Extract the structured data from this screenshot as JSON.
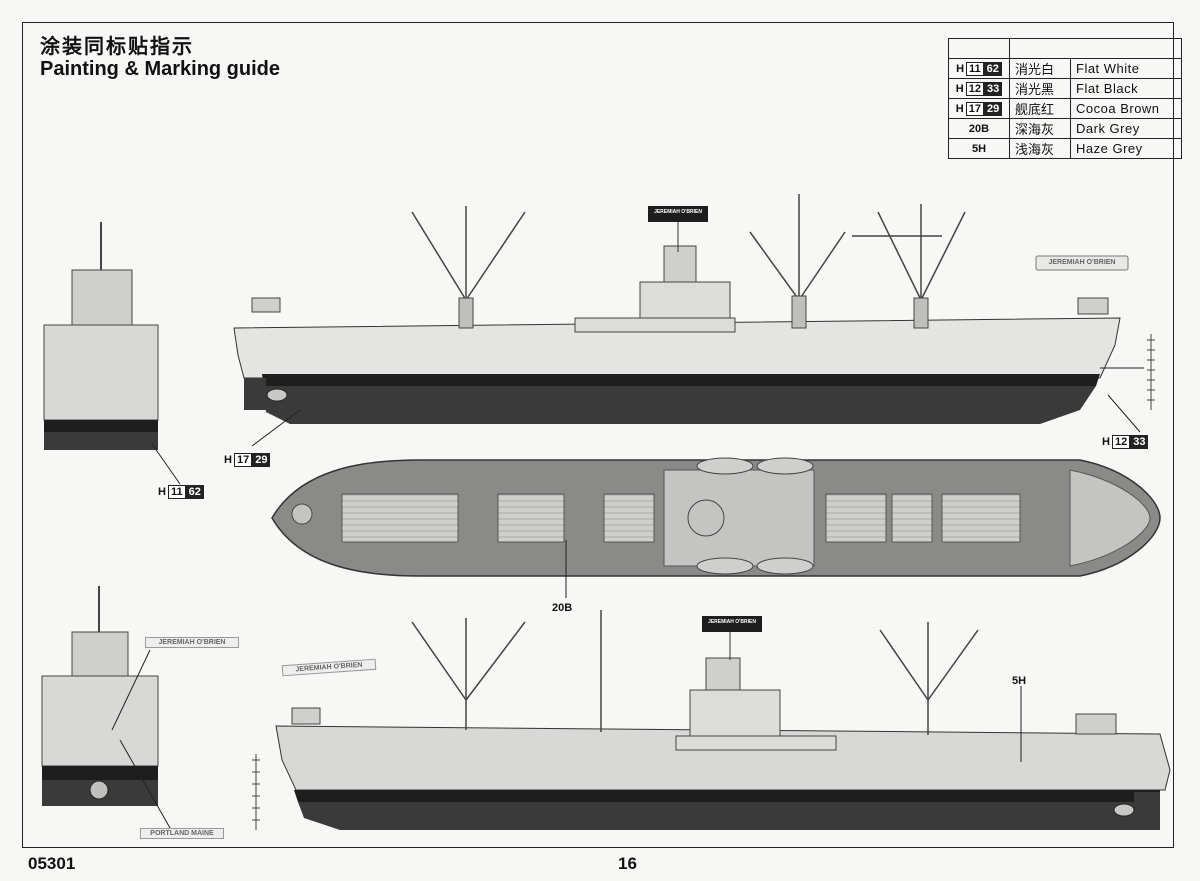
{
  "header": {
    "title_cn": "涂装同标贴指示",
    "title_en": "Painting & Marking guide"
  },
  "legend": {
    "rows": [
      {
        "code_prefix": "H",
        "code_num": "11",
        "code_num2": "62",
        "cn": "消光白",
        "en": "Flat White"
      },
      {
        "code_prefix": "H",
        "code_num": "12",
        "code_num2": "33",
        "cn": "消光黑",
        "en": "Flat Black"
      },
      {
        "code_prefix": "H",
        "code_num": "17",
        "code_num2": "29",
        "cn": "舰底红",
        "en": "Cocoa Brown"
      },
      {
        "code_plain": "20B",
        "cn": "深海灰",
        "en": "Dark Grey"
      },
      {
        "code_plain": "5H",
        "cn": "浅海灰",
        "en": "Haze Grey"
      }
    ]
  },
  "callouts": {
    "bow_front": {
      "prefix": "H",
      "n1": "11",
      "n2": "62"
    },
    "hull_red": {
      "prefix": "H",
      "n1": "17",
      "n2": "29"
    },
    "hull_black": {
      "prefix": "H",
      "n1": "12",
      "n2": "33"
    },
    "deck_grey": "20B",
    "upper_grey": "5H"
  },
  "decals": {
    "ship_name": "JEREMIAH O'BRIEN",
    "home_port": "PORTLAND MAINE"
  },
  "footer": {
    "catalog_number": "05301",
    "page_number": "16"
  },
  "colors": {
    "flat_white": "#e4e4e2",
    "flat_black": "#1e1e1e",
    "cocoa_brown": "#3a3a3a",
    "dark_grey": "#8a8a88",
    "haze_grey": "#d8d8d6"
  }
}
